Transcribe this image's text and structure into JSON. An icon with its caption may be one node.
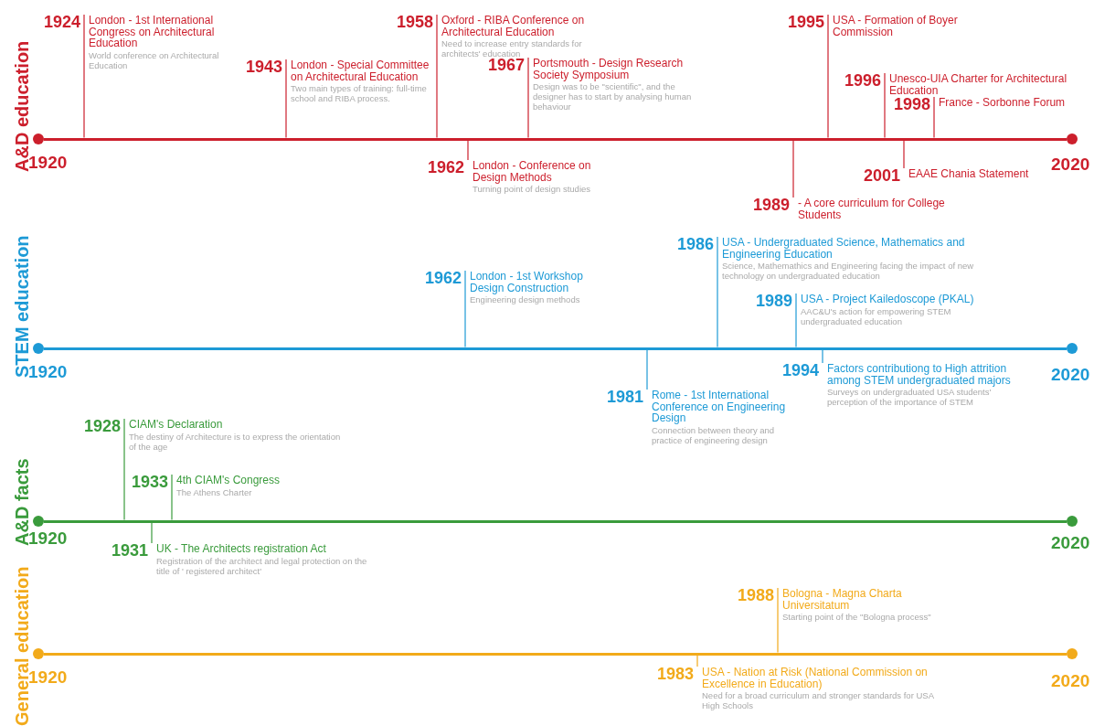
{
  "diagram": {
    "nodes": [
      {
        "text": [],
        "shape": "bar",
        "beside": [
          "A&D education",
          "1920",
          "2020"
        ]
      },
      {
        "text": [
          "London - 1st International Congress on Architectural Education",
          "World conference on Architectural Education"
        ],
        "beside": [
          "1924"
        ]
      },
      {
        "text": [
          "London - Special Committee on Architectural Education",
          "Two main types of training: full-time school and RIBA process."
        ],
        "beside": [
          "1943"
        ]
      },
      {
        "text": [
          "Oxford - RIBA Conference on Architectural Education",
          "Need to increase entry standards for architects' education"
        ],
        "beside": [
          "1958"
        ]
      },
      {
        "text": [
          "Portsmouth - Design Research Society Symposium",
          "Design was to be \"scientific\", and the designer has to start by analysing human behaviour"
        ],
        "beside": [
          "1967"
        ]
      },
      {
        "text": [
          "USA - Formation of Boyer Commission"
        ],
        "beside": [
          "1995"
        ]
      },
      {
        "text": [
          "Unesco-UIA Charter for Architectural Education"
        ],
        "beside": [
          "1996"
        ]
      },
      {
        "text": [
          "France - Sorbonne Forum"
        ],
        "beside": [
          "1998"
        ]
      },
      {
        "text": [
          "London - Conference on Design Methods",
          "Turning point of design studies"
        ],
        "beside": [
          "1962"
        ]
      },
      {
        "text": [
          "- A core curriculum for College Students"
        ],
        "beside": [
          "1989"
        ]
      },
      {
        "text": [
          "EAAE Chania Statement"
        ],
        "beside": [
          "2001"
        ]
      },
      {
        "text": [],
        "shape": "bar",
        "beside": [
          "STEM education",
          "1920",
          "2020"
        ]
      },
      {
        "text": [
          "London - 1st Workshop Design Construction",
          "Engineering design methods"
        ],
        "beside": [
          "1962"
        ]
      },
      {
        "text": [
          "USA - Undergraduated Science, Mathematics and Engineering Education",
          "Science, Mathemathics and Engineering facing the impact of new technology on undergraduated education"
        ],
        "beside": [
          "1986"
        ]
      },
      {
        "text": [
          "USA - Project Kailedoscope (PKAL)",
          "AAC&U's action for empowering STEM undergraduated education"
        ],
        "beside": [
          "1989"
        ]
      },
      {
        "text": [
          "Rome - 1st International Conference on Engineering Design",
          "Connection between theory and practice of engineering design"
        ],
        "beside": [
          "1981"
        ]
      },
      {
        "text": [
          "Factors contributiong to High attrition among STEM undergraduated majors",
          "Surveys on undergraduated USA students' perception of the importance of STEM"
        ],
        "beside": [
          "1994"
        ]
      },
      {
        "text": [],
        "shape": "bar",
        "beside": [
          "A&D facts",
          "1920",
          "2020"
        ]
      },
      {
        "text": [
          "CIAM's Declaration",
          "The destiny of Architecture is to express the orientation of the age"
        ],
        "beside": [
          "1928"
        ]
      },
      {
        "text": [
          "4th CIAM's Congress",
          "The Athens Charter"
        ],
        "beside": [
          "1933"
        ]
      },
      {
        "text": [
          "UK - The Architects registration Act",
          "Registration of the architect and legal protection on the title of ' registered architect'"
        ],
        "beside": [
          "1931"
        ]
      },
      {
        "text": [],
        "shape": "bar",
        "beside": [
          "General education",
          "1920",
          "2020"
        ]
      },
      {
        "text": [
          "Bologna - Magna Charta Universitatum",
          "Starting point of the \"Bologna process\""
        ],
        "beside": [
          "1988"
        ]
      },
      {
        "text": [
          "USA - Nation at Risk (National Commission on Excellence in Education)",
          "Need for a broad curriculum and stronger standards for USA High Schools"
        ],
        "beside": [
          "1983"
        ]
      }
    ],
    "edges": [
      {
        "from": 1,
        "to": 0,
        "arrow": "none"
      },
      {
        "from": 2,
        "to": 0,
        "arrow": "none"
      },
      {
        "from": 3,
        "to": 0,
        "arrow": "none"
      },
      {
        "from": 4,
        "to": 0,
        "arrow": "none"
      },
      {
        "from": 5,
        "to": 0,
        "arrow": "none"
      },
      {
        "from": 6,
        "to": 0,
        "arrow": "none"
      },
      {
        "from": 7,
        "to": 0,
        "arrow": "none"
      },
      {
        "from": 8,
        "to": 0,
        "arrow": "none"
      },
      {
        "from": 9,
        "to": 0,
        "arrow": "none"
      },
      {
        "from": 10,
        "to": 0,
        "arrow": "none"
      },
      {
        "from": 12,
        "to": 11,
        "arrow": "none",
        "color": "#1d9ad6"
      },
      {
        "from": 13,
        "to": 11,
        "arrow": "none",
        "color": "#1d9ad6"
      },
      {
        "from": 14,
        "to": 11,
        "arrow": "none",
        "color": "#1d9ad6"
      },
      {
        "from": 15,
        "to": 11,
        "arrow": "none",
        "color": "#1d9ad6"
      },
      {
        "from": 16,
        "to": 11,
        "arrow": "none",
        "color": "#1d9ad6"
      },
      {
        "from": 18,
        "to": 17,
        "arrow": "none",
        "color": "#3a9b3c"
      },
      {
        "from": 19,
        "to": 17,
        "arrow": "none",
        "color": "#3a9b3c"
      },
      {
        "from": 20,
        "to": 17,
        "arrow": "none",
        "color": "#3a9b3c"
      },
      {
        "from": 22,
        "to": 21,
        "arrow": "none",
        "color": "#f2aa1a"
      },
      {
        "from": 23,
        "to": 21,
        "arrow": "none",
        "color": "#f2aa1a"
      }
    ]
  }
}
